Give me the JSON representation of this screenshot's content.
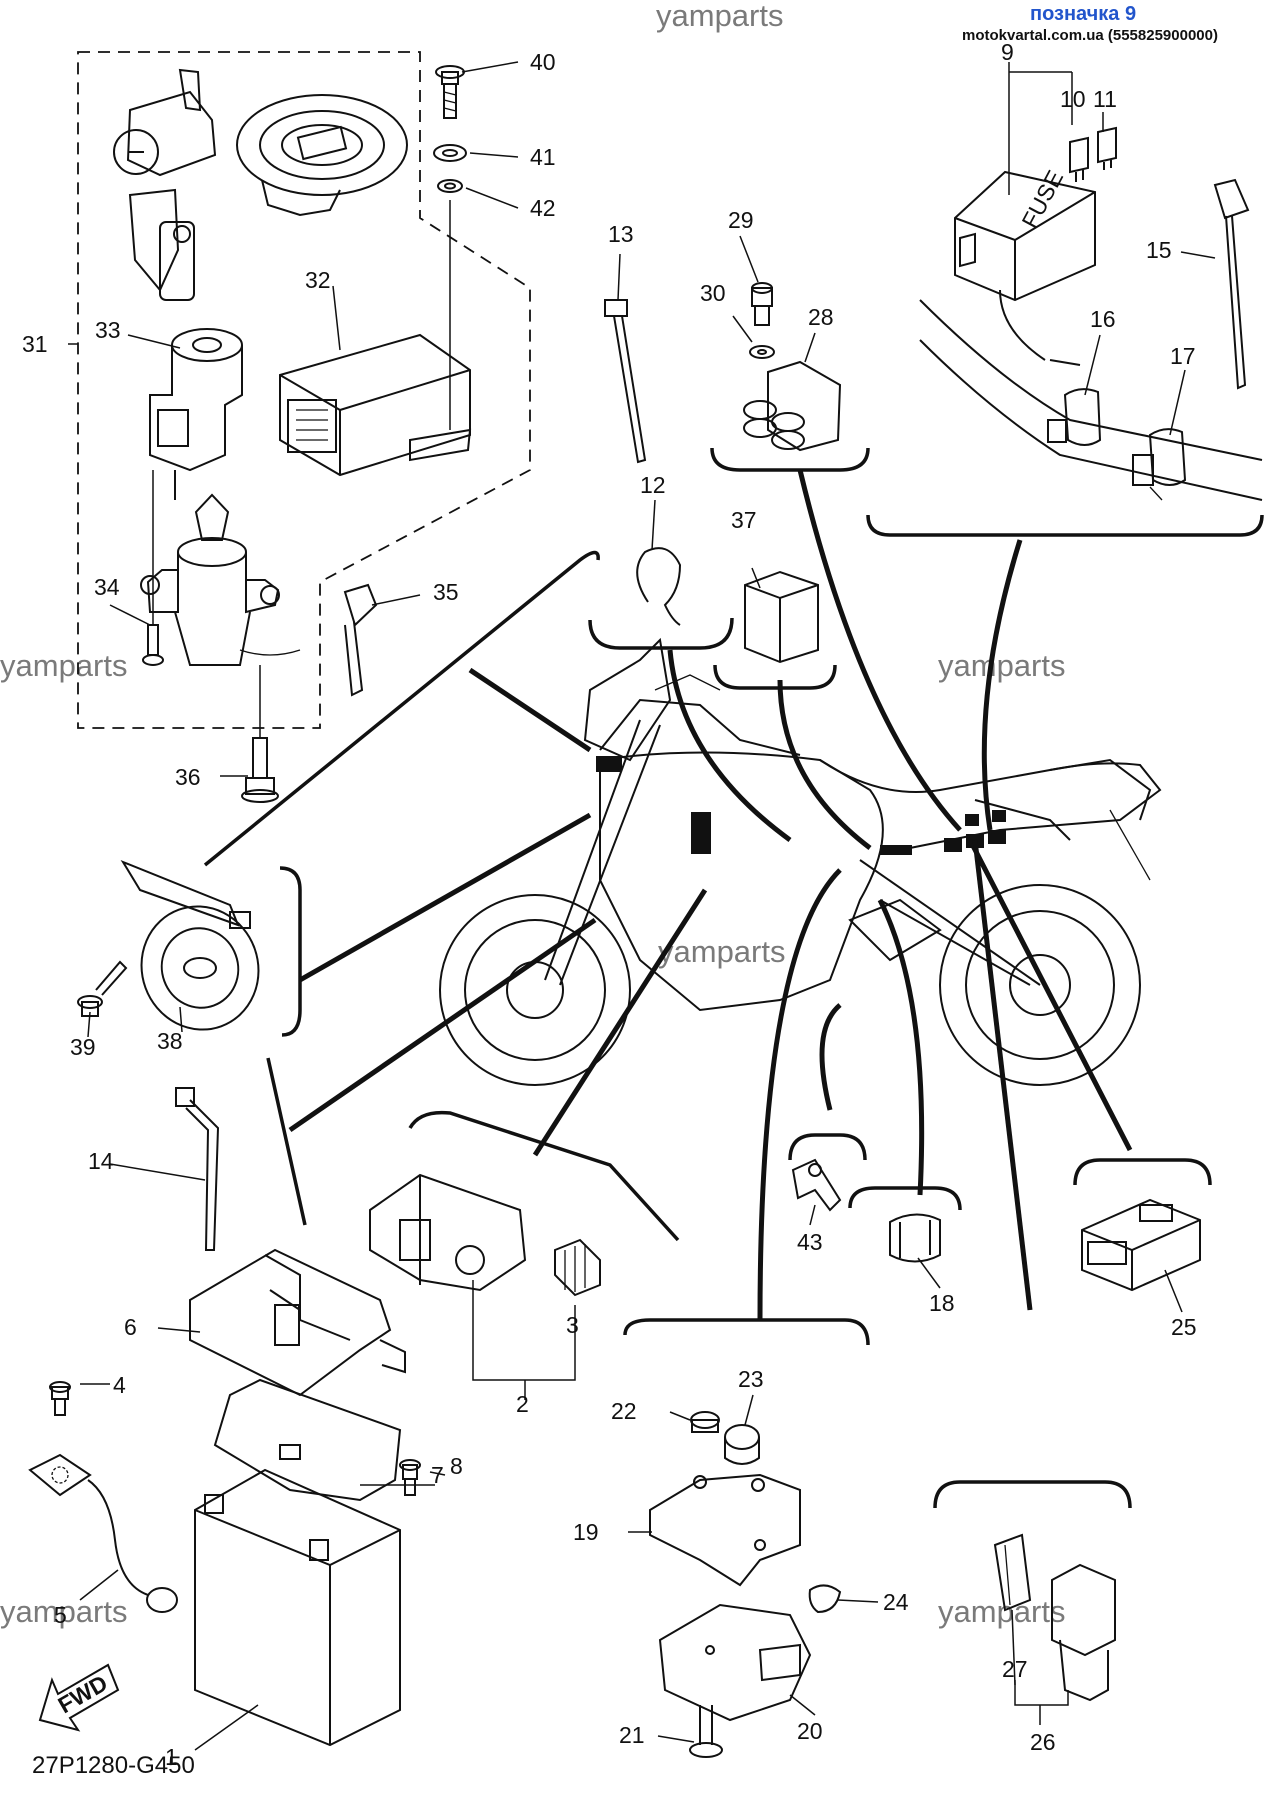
{
  "header": {
    "watermark_top": "yamparts",
    "tag": "позначка 9",
    "site": "motokvartal.com.ua (555825900000)"
  },
  "watermarks": [
    "yamparts",
    "yamparts",
    "yamparts",
    "yamparts",
    "yamparts"
  ],
  "diagram_code": "27P1280-G450",
  "fwd_label": "FWD",
  "fuse_label": "FUSE",
  "callouts": {
    "p1": "1",
    "p2": "2",
    "p3": "3",
    "p4": "4",
    "p5": "5",
    "p6": "6",
    "p7": "7",
    "p8": "8",
    "p9": "9",
    "p10": "10",
    "p11": "11",
    "p12": "12",
    "p13": "13",
    "p14": "14",
    "p15": "15",
    "p16": "16",
    "p17": "17",
    "p18": "18",
    "p19": "19",
    "p20": "20",
    "p21": "21",
    "p22": "22",
    "p23": "23",
    "p24": "24",
    "p25": "25",
    "p26": "26",
    "p27": "27",
    "p28": "28",
    "p29": "29",
    "p30": "30",
    "p31": "31",
    "p32": "32",
    "p33": "33",
    "p34": "34",
    "p35": "35",
    "p36": "36",
    "p37": "37",
    "p38": "38",
    "p39": "39",
    "p40": "40",
    "p41": "41",
    "p42": "42",
    "p43": "43"
  }
}
